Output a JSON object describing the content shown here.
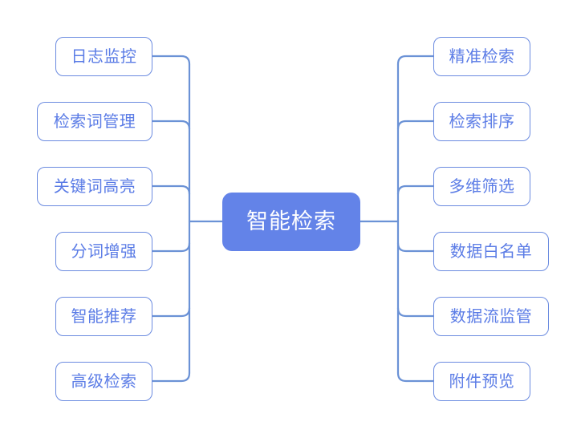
{
  "diagram": {
    "type": "mindmap",
    "title": "智能检索",
    "background_color": "#ffffff",
    "accent_color": "#6383e8",
    "node_border_color": "#6b8be0",
    "node_text_color": "#5b7ce6",
    "connector_color": "#6b92d6",
    "center": {
      "label": "智能检索",
      "fill": "#6383e8",
      "text_color": "#ffffff"
    },
    "left_branch": {
      "items": [
        {
          "label": "日志监控",
          "chars": 4
        },
        {
          "label": "检索词管理",
          "chars": 5
        },
        {
          "label": "关键词高亮",
          "chars": 5
        },
        {
          "label": "分词增强",
          "chars": 4
        },
        {
          "label": "智能推荐",
          "chars": 4
        },
        {
          "label": "高级检索",
          "chars": 4
        }
      ]
    },
    "right_branch": {
      "items": [
        {
          "label": "精准检索",
          "chars": 4
        },
        {
          "label": "检索排序",
          "chars": 4
        },
        {
          "label": "多维筛选",
          "chars": 4
        },
        {
          "label": "数据白名单",
          "chars": 5
        },
        {
          "label": "数据流监管",
          "chars": 5
        },
        {
          "label": "附件预览",
          "chars": 4
        }
      ]
    }
  }
}
